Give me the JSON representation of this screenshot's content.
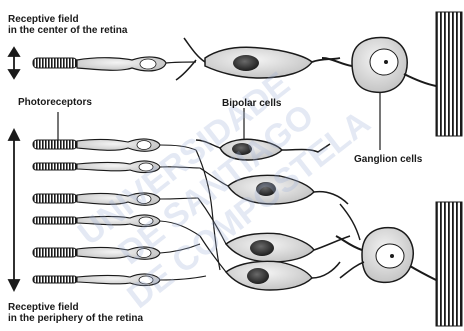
{
  "labels": {
    "receptive_center": [
      "Receptive field",
      "in the center of the retina"
    ],
    "photoreceptors": "Photoreceptors",
    "bipolar_cells": "Bipolar cells",
    "ganglion_cells": "Ganglion cells",
    "receptive_periphery": [
      "Receptive field",
      "in the periphery of the retina"
    ]
  },
  "watermark": [
    "UNIVERSIDADE",
    "DE SANTIAGO",
    "DE COMPOSTELA"
  ],
  "colors": {
    "ink": "#1a1a1a",
    "cell_fill": "#d8d8d8",
    "nucleus": "#3a3a3a",
    "watermark": "#9fb1d8"
  }
}
